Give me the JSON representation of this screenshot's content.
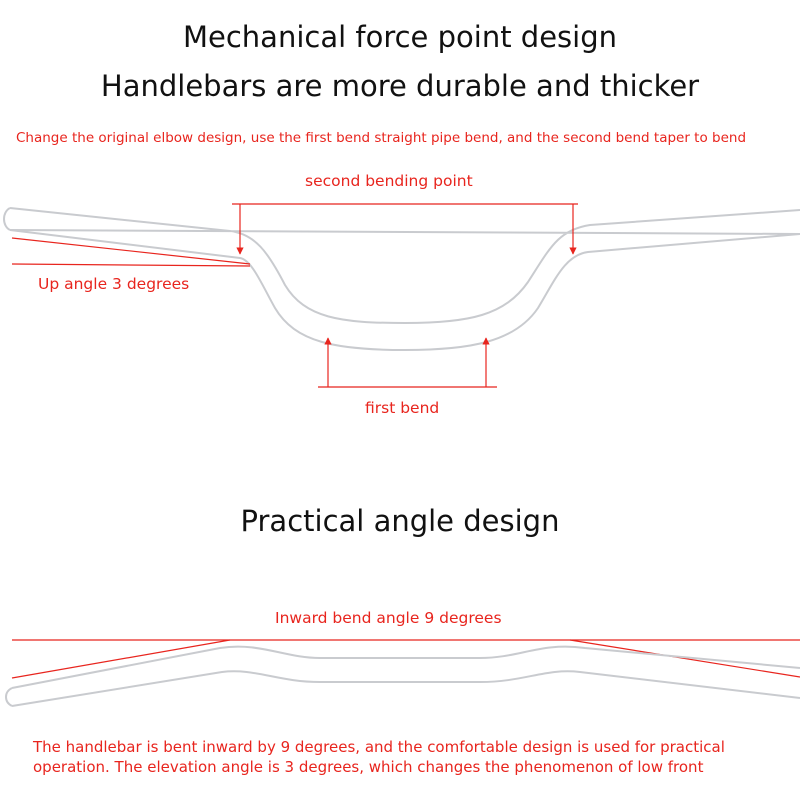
{
  "heading1": "Mechanical force point design",
  "heading2": "Handlebars are more durable and thicker",
  "subheading": "Change the original elbow design, use the first bend straight pipe bend, and the second bend taper to bend",
  "labels": {
    "second_bending_point": "second bending point",
    "up_angle": "Up angle 3 degrees",
    "first_bend": "first bend",
    "inward_bend": "Inward bend angle 9 degrees"
  },
  "heading3": "Practical angle design",
  "description": [
    "The handlebar is bent inward by 9 degrees, and the comfortable design is used for practical",
    "operation. The elevation angle is 3 degrees, which changes the phenomenon of low front"
  ],
  "colors": {
    "annotation": "#e8251e",
    "bar_outline": "#c9cbcf",
    "text": "#111111"
  }
}
